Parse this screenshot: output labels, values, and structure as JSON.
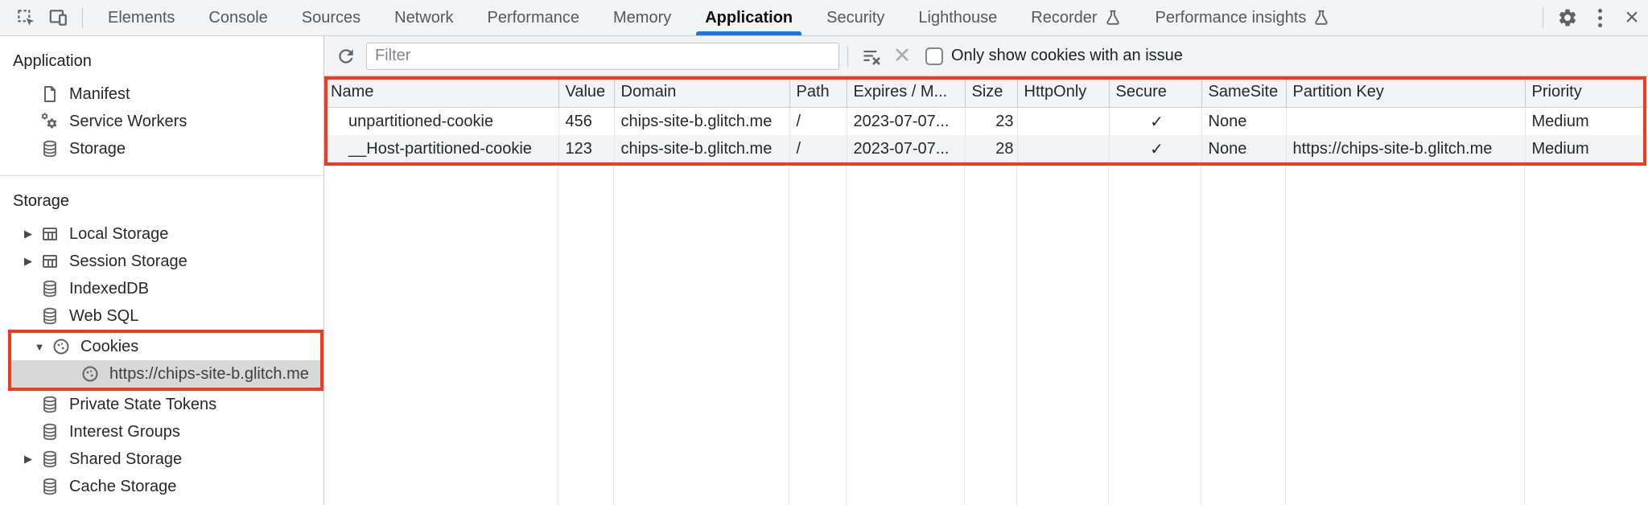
{
  "tabbar": {
    "tabs": [
      {
        "label": "Elements"
      },
      {
        "label": "Console"
      },
      {
        "label": "Sources"
      },
      {
        "label": "Network"
      },
      {
        "label": "Performance"
      },
      {
        "label": "Memory"
      },
      {
        "label": "Application",
        "active": true
      },
      {
        "label": "Security"
      },
      {
        "label": "Lighthouse"
      },
      {
        "label": "Recorder",
        "flask": true
      },
      {
        "label": "Performance insights",
        "flask": true
      }
    ]
  },
  "toolbar": {
    "filter_placeholder": "Filter",
    "filter_value": "",
    "only_issue_label": "Only show cookies with an issue",
    "only_issue_checked": false
  },
  "sidebar": {
    "sections": [
      {
        "title": "Application",
        "items": [
          {
            "label": "Manifest",
            "icon": "page"
          },
          {
            "label": "Service Workers",
            "icon": "gears"
          },
          {
            "label": "Storage",
            "icon": "db"
          }
        ]
      },
      {
        "title": "Storage",
        "items": [
          {
            "label": "Local Storage",
            "icon": "grid",
            "expander": "right"
          },
          {
            "label": "Session Storage",
            "icon": "grid",
            "expander": "right"
          },
          {
            "label": "IndexedDB",
            "icon": "db"
          },
          {
            "label": "Web SQL",
            "icon": "db"
          },
          {
            "label": "Cookies",
            "icon": "cookie",
            "expander": "down",
            "callout": true
          },
          {
            "label": "https://chips-site-b.glitch.me",
            "icon": "cookie",
            "child": true,
            "selected": true,
            "callout": true
          },
          {
            "label": "Private State Tokens",
            "icon": "db"
          },
          {
            "label": "Interest Groups",
            "icon": "db"
          },
          {
            "label": "Shared Storage",
            "icon": "db",
            "expander": "right"
          },
          {
            "label": "Cache Storage",
            "icon": "db"
          }
        ]
      }
    ]
  },
  "cookie_table": {
    "columns": [
      "Name",
      "Value",
      "Domain",
      "Path",
      "Expires / M...",
      "Size",
      "HttpOnly",
      "Secure",
      "SameSite",
      "Partition Key",
      "Priority"
    ],
    "rows": [
      {
        "name": "unpartitioned-cookie",
        "value": "456",
        "domain": "chips-site-b.glitch.me",
        "path": "/",
        "expires": "2023-07-07...",
        "size": "23",
        "http_only": "",
        "secure": "✓",
        "same_site": "None",
        "partition_key": "",
        "priority": "Medium"
      },
      {
        "name": "__Host-partitioned-cookie",
        "value": "123",
        "domain": "chips-site-b.glitch.me",
        "path": "/",
        "expires": "2023-07-07...",
        "size": "28",
        "http_only": "",
        "secure": "✓",
        "same_site": "None",
        "partition_key": "https://chips-site-b.glitch.me",
        "priority": "Medium"
      }
    ]
  },
  "colors": {
    "accent_blue": "#1a73e8",
    "callout_red": "#ee3b22",
    "selected_gray": "#d8d8d8",
    "panel_gray": "#f1f3f4"
  }
}
